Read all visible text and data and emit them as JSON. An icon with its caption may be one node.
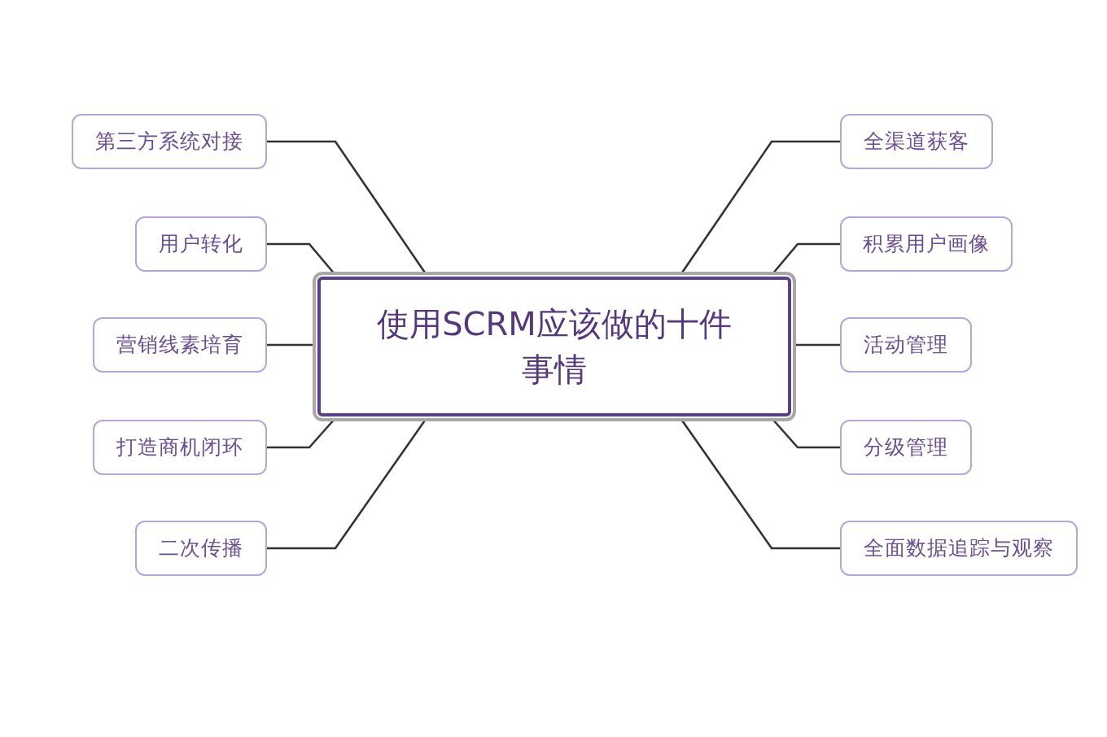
{
  "diagram": {
    "nodes": [
      {
        "text": [
          "使用SCRM应该做的十件事情"
        ]
      },
      {
        "text": [
          "第三方系统对接"
        ]
      },
      {
        "text": [
          "用户转化"
        ]
      },
      {
        "text": [
          "营销线素培育"
        ]
      },
      {
        "text": [
          "打造商机闭环"
        ]
      },
      {
        "text": [
          "二次传播"
        ]
      },
      {
        "text": [
          "全渠道获客"
        ]
      },
      {
        "text": [
          "积累用户画像"
        ]
      },
      {
        "text": [
          "活动管理"
        ]
      },
      {
        "text": [
          "分级管理"
        ]
      },
      {
        "text": [
          "全面数据追踪与观察"
        ]
      }
    ],
    "edges": [
      {
        "from": 0,
        "to": 1,
        "arrow": "none"
      },
      {
        "from": 0,
        "to": 2,
        "arrow": "none"
      },
      {
        "from": 0,
        "to": 3,
        "arrow": "none"
      },
      {
        "from": 0,
        "to": 4,
        "arrow": "none"
      },
      {
        "from": 0,
        "to": 5,
        "arrow": "none"
      },
      {
        "from": 0,
        "to": 6,
        "arrow": "none"
      },
      {
        "from": 0,
        "to": 7,
        "arrow": "none"
      },
      {
        "from": 0,
        "to": 8,
        "arrow": "none"
      },
      {
        "from": 0,
        "to": 9,
        "arrow": "none"
      },
      {
        "from": 0,
        "to": 10,
        "arrow": "none"
      }
    ]
  }
}
